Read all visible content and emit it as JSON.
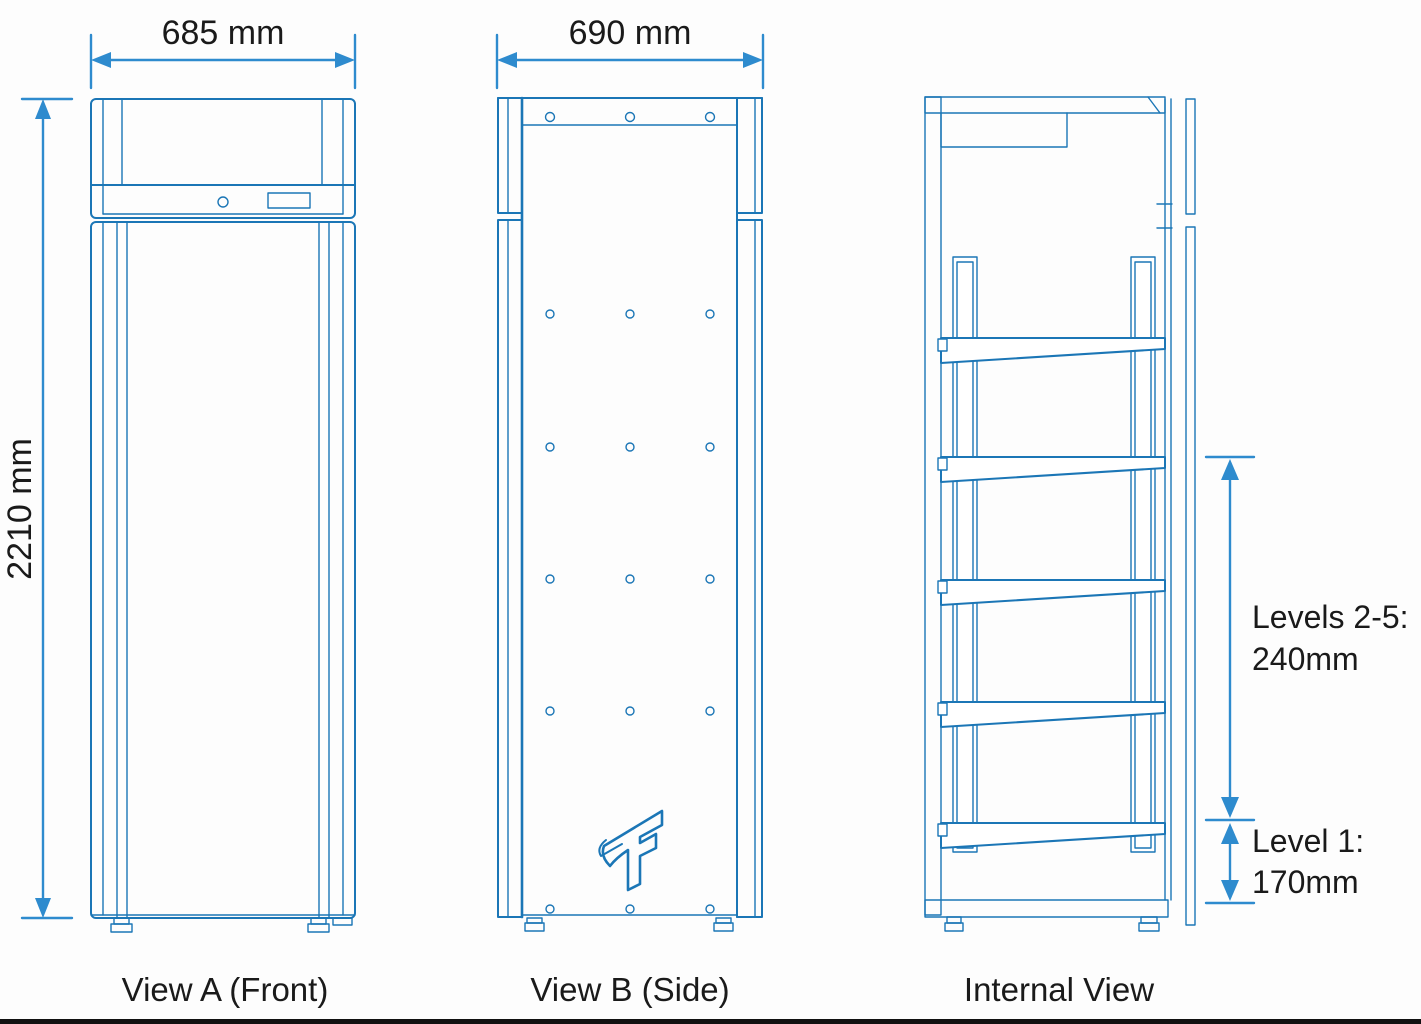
{
  "colors": {
    "line": "#1b76b6",
    "dim": "#2e8bce",
    "text": "#1a1a1a",
    "background": "#fdfdfd",
    "footer_bar": "#111111"
  },
  "dimensions": {
    "front_width_label": "685 mm",
    "side_width_label": "690 mm",
    "overall_height_label": "2210 mm",
    "levels_2_5_line1": "Levels 2-5:",
    "levels_2_5_line2": "240mm",
    "level_1_line1": "Level 1:",
    "level_1_line2": "170mm"
  },
  "view_labels": {
    "front": "View A (Front)",
    "side": "View B (Side)",
    "internal": "Internal View"
  }
}
